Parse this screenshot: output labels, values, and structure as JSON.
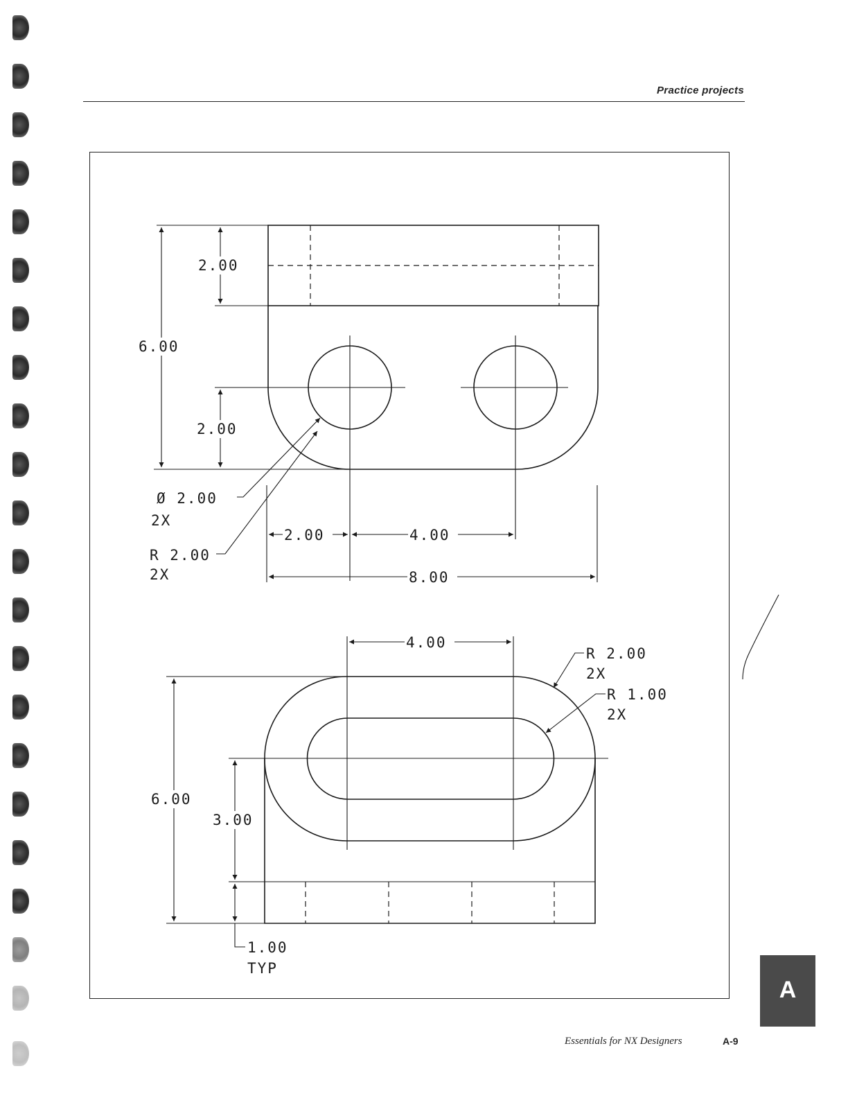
{
  "header": {
    "section_title": "Practice projects"
  },
  "top_view": {
    "dims": {
      "height_top": "2.00",
      "height_total": "6.00",
      "height_center": "2.00",
      "hole_dia": "Ø 2.00",
      "hole_count": "2X",
      "radius": "R 2.00",
      "radius_count": "2X",
      "offset": "2.00",
      "spacing": "4.00",
      "width_total": "8.00"
    }
  },
  "bottom_view": {
    "dims": {
      "slot_length": "4.00",
      "outer_radius": "R 2.00",
      "outer_radius_count": "2X",
      "inner_radius": "R 1.00",
      "inner_radius_count": "2X",
      "height_total": "6.00",
      "height_center": "3.00",
      "thickness": "1.00",
      "thickness_note": "TYP"
    }
  },
  "tab": {
    "letter": "A"
  },
  "footer": {
    "book_title": "Essentials for NX Designers",
    "page_number": "A-9"
  }
}
